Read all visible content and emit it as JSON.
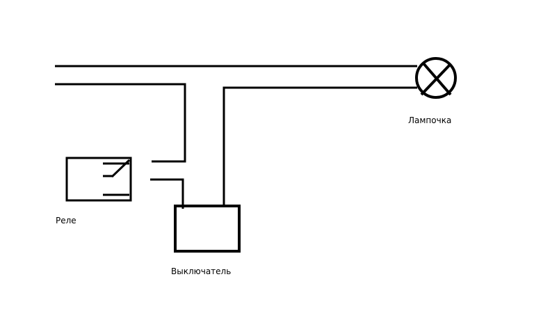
{
  "labels": {
    "lamp": "Лампочка",
    "relay": "Реле",
    "switch": "Выключатель"
  },
  "colors": {
    "background": "#ffffff",
    "line": "#000000"
  },
  "components": {
    "lamp_symbol": "lamp-circle-cross",
    "relay_symbol": "relay-box-with-contact",
    "switch_symbol": "switch-box"
  }
}
